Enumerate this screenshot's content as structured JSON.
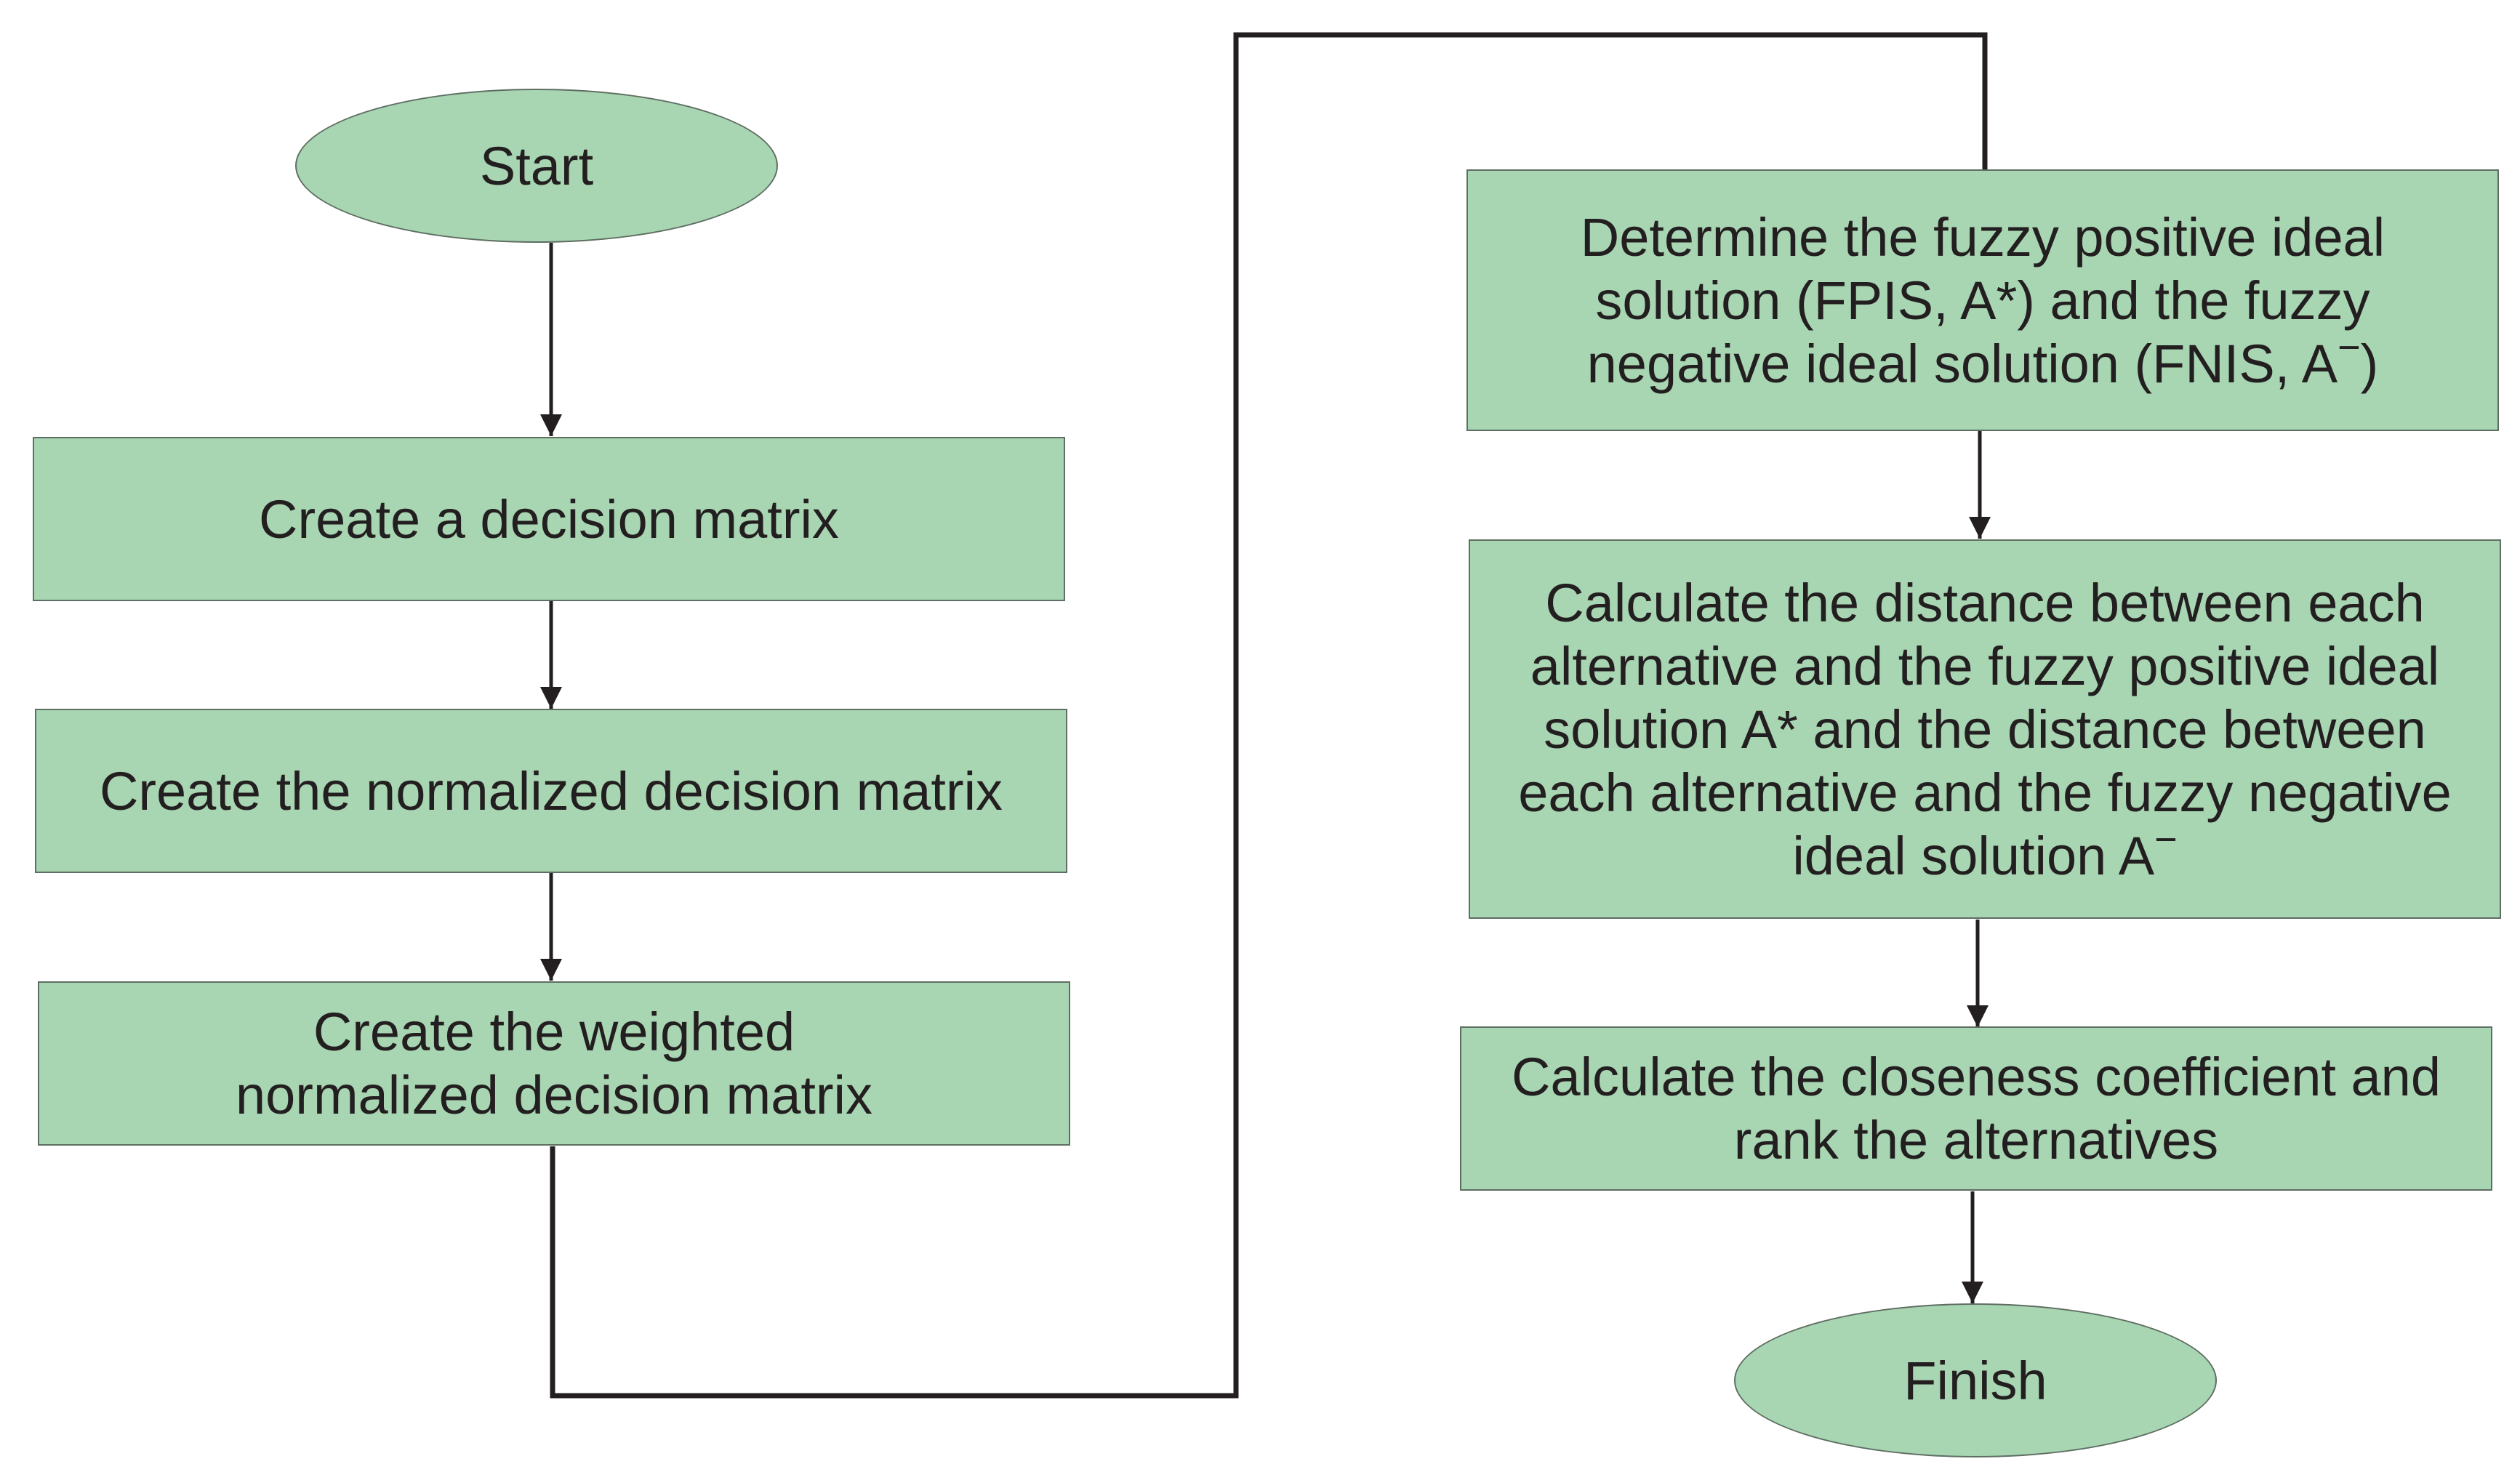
{
  "flowchart": {
    "start": "Start",
    "finish": "Finish",
    "steps": [
      "Create a decision matrix",
      "Create the normalized decision matrix",
      "Create the weighted\nnormalized decision matrix",
      "Determine the fuzzy positive ideal\nsolution (FPIS, A*) and the fuzzy\nnegative ideal solution (FNIS, A",
      "Calculate the distance between each\nalternative and the fuzzy positive ideal\nsolution A* and the distance between\neach alternative and the fuzzy negative\nideal solution A",
      "Calculate the closeness coefficient and\nrank the alternatives"
    ],
    "step4_suffix": "−",
    "step4_close": ")",
    "step5_suffix": "−"
  },
  "colors": {
    "node_fill": "#a8d5b2",
    "node_border": "#5e6e62",
    "text": "#231f20",
    "connector": "#231f20"
  }
}
